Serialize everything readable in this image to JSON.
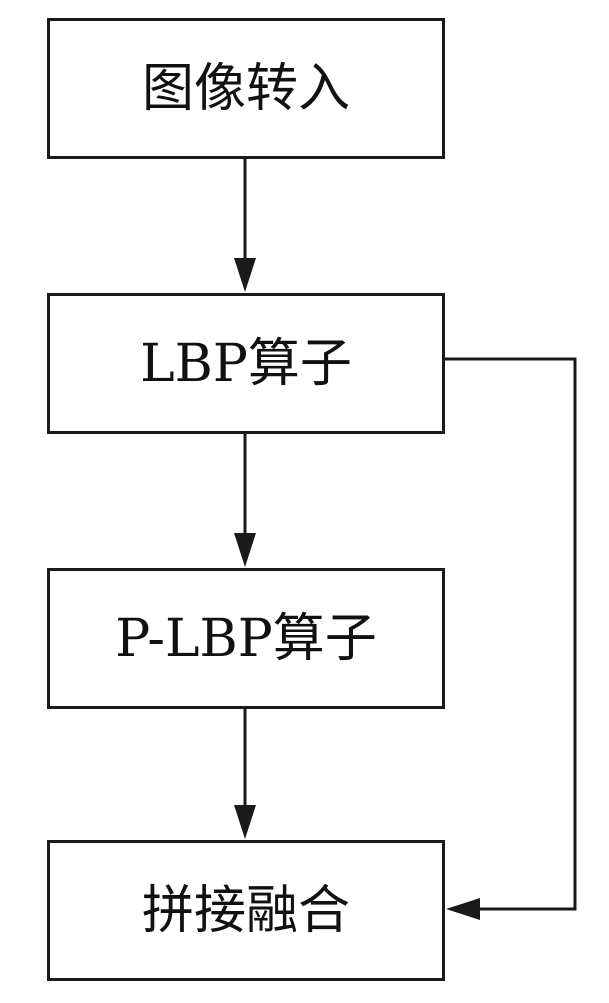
{
  "flowchart": {
    "nodes": [
      {
        "id": "image-input",
        "label": "图像转入"
      },
      {
        "id": "lbp-operator",
        "label": "LBP算子"
      },
      {
        "id": "p-lbp-operator",
        "label": "P-LBP算子"
      },
      {
        "id": "concat-fusion",
        "label": "拼接融合"
      }
    ],
    "edges": [
      {
        "from": "image-input",
        "to": "lbp-operator"
      },
      {
        "from": "lbp-operator",
        "to": "p-lbp-operator"
      },
      {
        "from": "p-lbp-operator",
        "to": "concat-fusion"
      },
      {
        "from": "lbp-operator",
        "to": "concat-fusion",
        "route": "bypass-right"
      }
    ],
    "colors": {
      "stroke": "#1a1a1a",
      "text": "#111111",
      "background": "#ffffff"
    }
  }
}
